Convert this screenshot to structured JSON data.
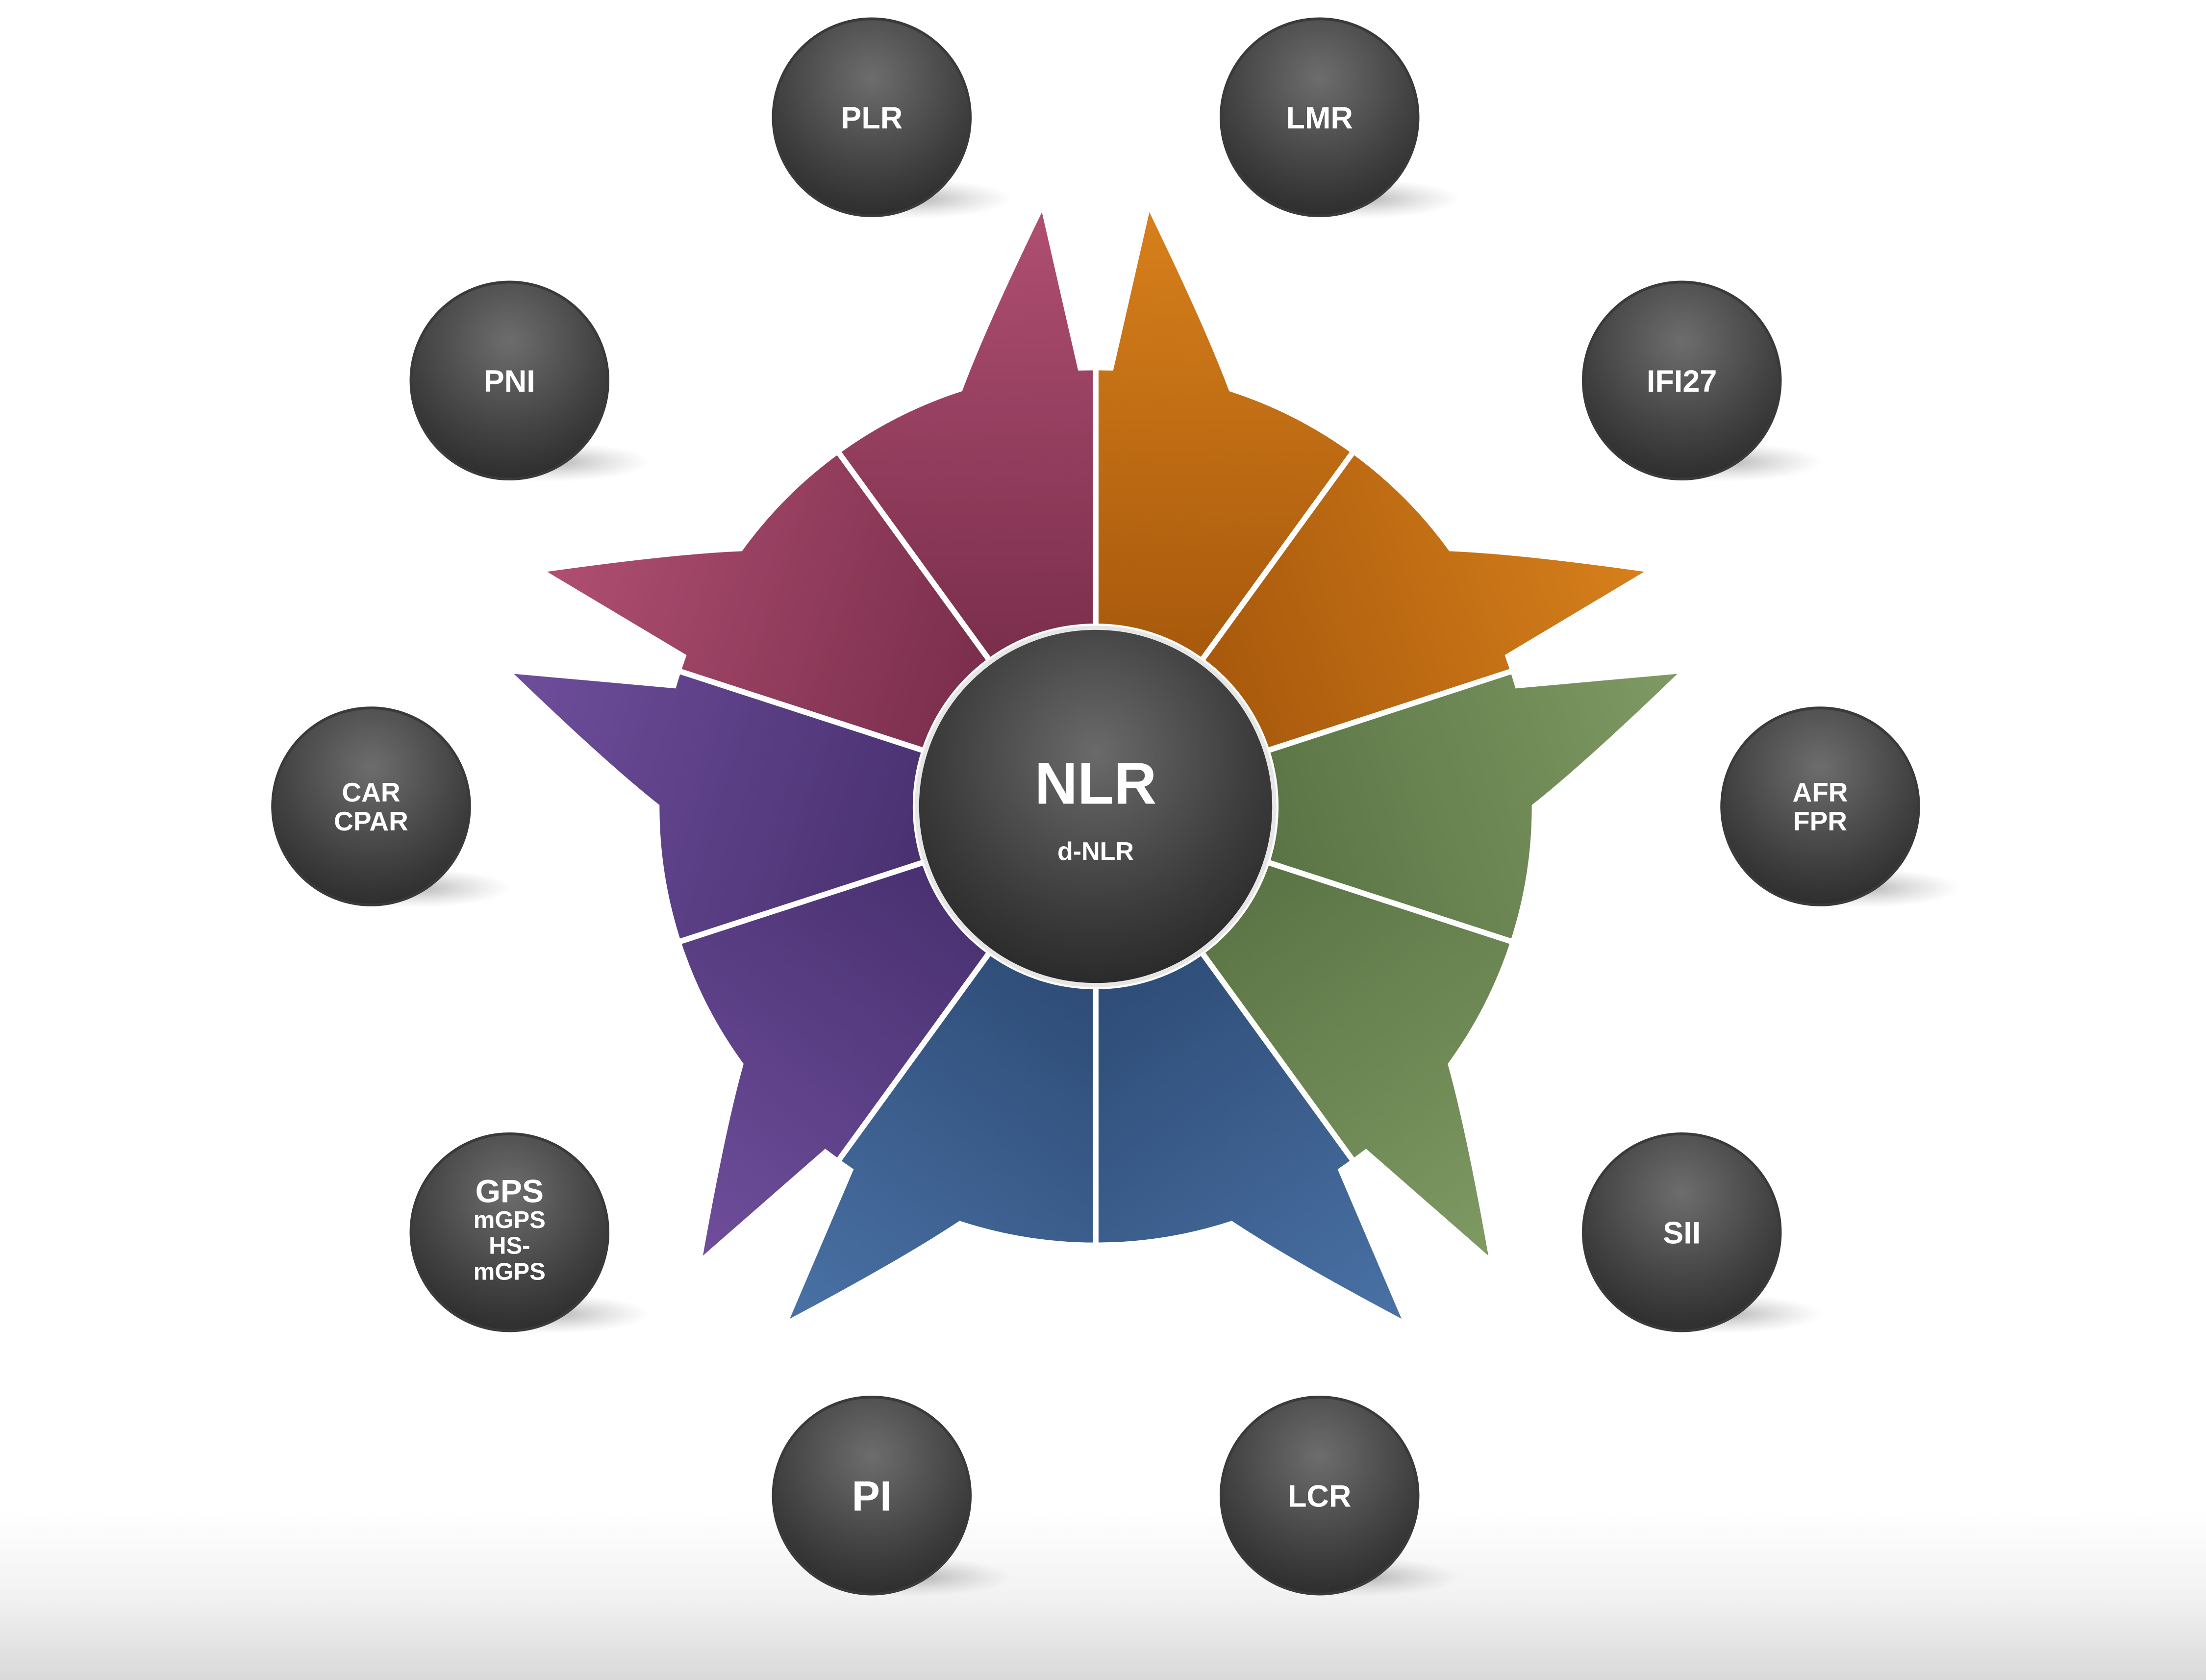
{
  "center": {
    "title": "NLR",
    "subtitle": "d-NLR"
  },
  "nodes": [
    {
      "id": "plr",
      "lines": [
        "PLR"
      ]
    },
    {
      "id": "lmr",
      "lines": [
        "LMR"
      ]
    },
    {
      "id": "ifi27",
      "lines": [
        "IFI27"
      ]
    },
    {
      "id": "afr-fpr",
      "lines": [
        "AFR",
        "FPR"
      ]
    },
    {
      "id": "sii",
      "lines": [
        "SII"
      ]
    },
    {
      "id": "lcr",
      "lines": [
        "LCR"
      ]
    },
    {
      "id": "pi",
      "lines": [
        "PI"
      ]
    },
    {
      "id": "gps",
      "lines": [
        "GPS",
        "mGPS",
        "HS-",
        "mGPS"
      ]
    },
    {
      "id": "car-cpar",
      "lines": [
        "CAR",
        "CPAR"
      ]
    },
    {
      "id": "pni",
      "lines": [
        "PNI"
      ]
    }
  ],
  "segment_colors": [
    {
      "light": "#d7801c",
      "dark": "#a95a0c"
    },
    {
      "light": "#d7801c",
      "dark": "#a95a0c"
    },
    {
      "light": "#7f9a63",
      "dark": "#5c7546"
    },
    {
      "light": "#7f9a63",
      "dark": "#5c7546"
    },
    {
      "light": "#4a72a6",
      "dark": "#2f4d78"
    },
    {
      "light": "#4a72a6",
      "dark": "#2f4d78"
    },
    {
      "light": "#6f4e9c",
      "dark": "#4a3272"
    },
    {
      "light": "#6f4e9c",
      "dark": "#4a3272"
    },
    {
      "light": "#b04f72",
      "dark": "#7c2f4d"
    },
    {
      "light": "#b04f72",
      "dark": "#7c2f4d"
    }
  ]
}
